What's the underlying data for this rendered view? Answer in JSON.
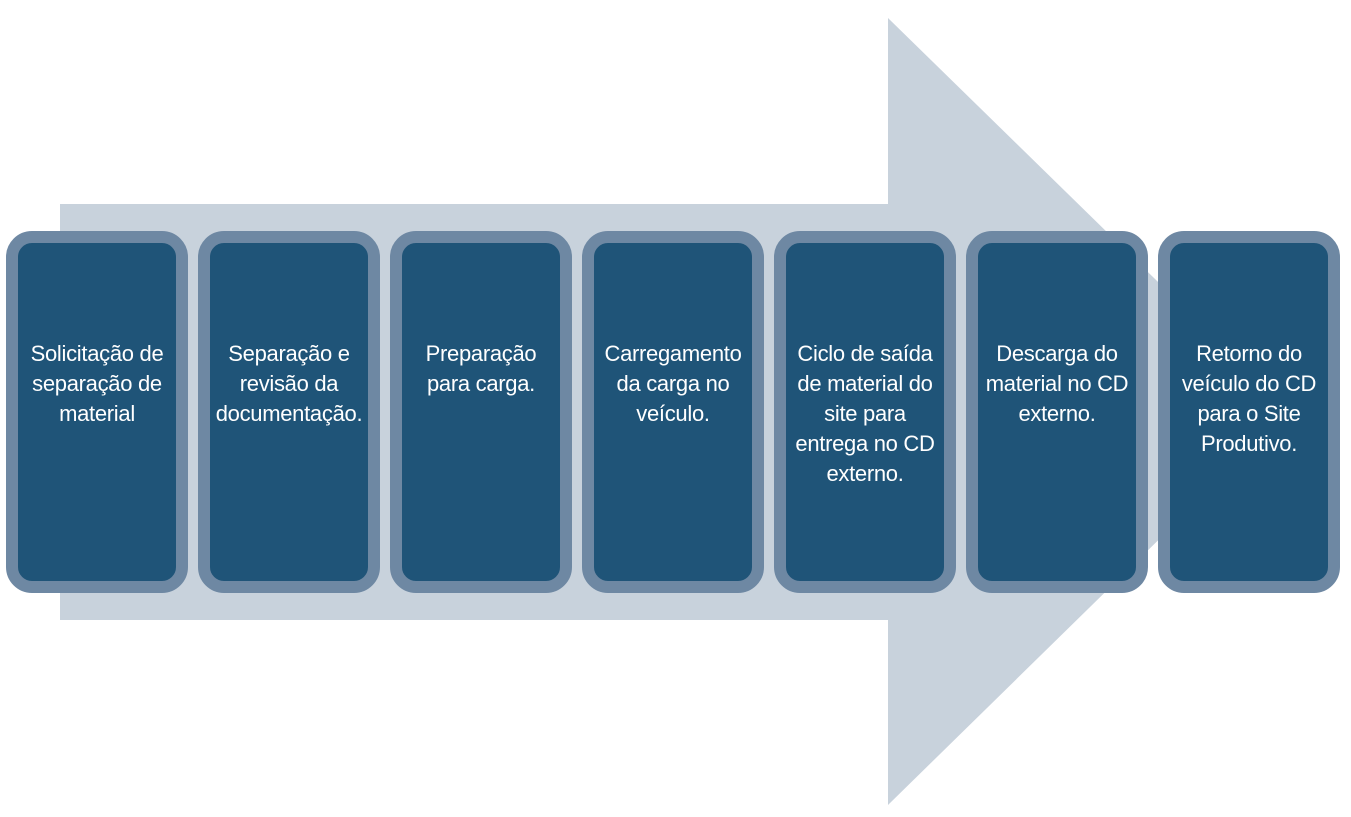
{
  "diagram": {
    "type": "process-flow",
    "colors": {
      "arrow_fill": "#c8d2dc",
      "box_fill": "#1f5478",
      "box_border": "#6e88a3",
      "text": "#ffffff"
    },
    "steps": [
      {
        "label": "Solicitação de separação de material"
      },
      {
        "label": "Separação e revisão da documentação."
      },
      {
        "label": "Preparação para carga."
      },
      {
        "label": "Carregamento da carga no veículo."
      },
      {
        "label": "Ciclo de saída de material do site para entrega no CD externo."
      },
      {
        "label": "Descarga do material no CD externo."
      },
      {
        "label": "Retorno do veículo do CD para o Site Produtivo."
      }
    ]
  }
}
